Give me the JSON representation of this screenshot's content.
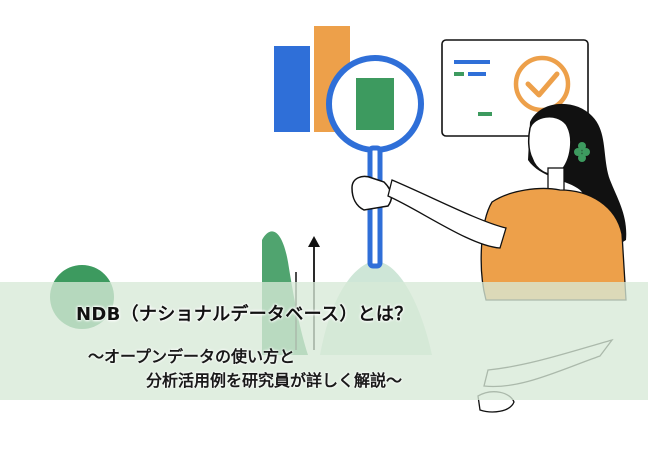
{
  "title": "NDB（ナショナルデータベース）とは？",
  "subtitle_line1": "〜オープンデータの使い方と",
  "subtitle_line2": "分析活用例を研究員が詳しく解説〜",
  "colors": {
    "blue": "#2f6fd8",
    "orange": "#eda04a",
    "green": "#3d9a5f",
    "band": "#d7e9d7",
    "hair": "#111111",
    "skin": "#ffffff"
  },
  "icons": [
    "magnifying-glass-icon",
    "bar-chart-icon",
    "checkmark-icon",
    "arrow-up-icon",
    "hair-clip-icon"
  ]
}
